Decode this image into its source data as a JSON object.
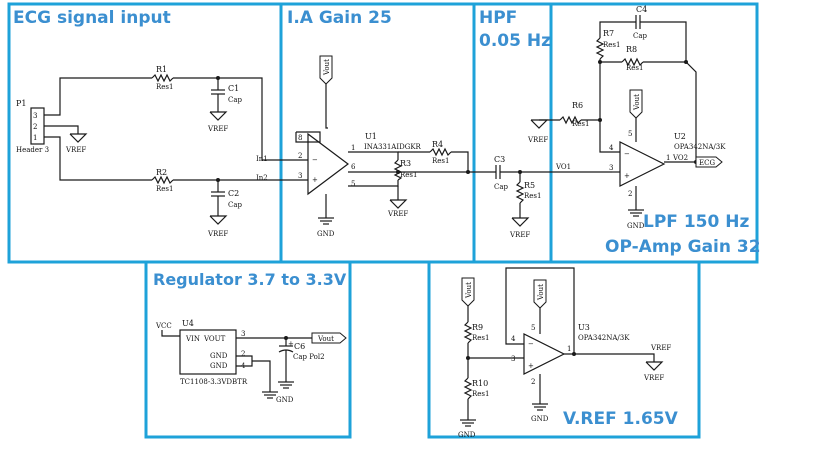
{
  "sections": {
    "ecg_input": "ECG signal input",
    "ia_gain": "I.A Gain 25",
    "hpf_line1": "HPF",
    "hpf_line2": "0.05 Hz",
    "lpf_line1": "LPF 150 Hz",
    "lpf_line2": "OP-Amp Gain 32",
    "regulator": "Regulator 3.7 to 3.3V",
    "vref": "V.REF 1.65V"
  },
  "components": {
    "p1": {
      "ref": "P1",
      "name": "Header 3",
      "pins": [
        "3",
        "2",
        "1"
      ]
    },
    "r1": {
      "ref": "R1",
      "val": "Res1"
    },
    "r2": {
      "ref": "R2",
      "val": "Res1"
    },
    "c1": {
      "ref": "C1",
      "val": "Cap"
    },
    "c2": {
      "ref": "C2",
      "val": "Cap"
    },
    "u1": {
      "ref": "U1",
      "val": "INA331AIDGKR"
    },
    "r3": {
      "ref": "R3",
      "val": "Res1"
    },
    "r4": {
      "ref": "R4",
      "val": "Res1"
    },
    "c3": {
      "ref": "C3",
      "val": "Cap"
    },
    "r5": {
      "ref": "R5",
      "val": "Res1"
    },
    "r6": {
      "ref": "R6",
      "val": "Res1"
    },
    "r7": {
      "ref": "R7",
      "val": "Res1"
    },
    "r8": {
      "ref": "R8",
      "val": "Res1"
    },
    "c4": {
      "ref": "C4",
      "val": "Cap"
    },
    "u2": {
      "ref": "U2",
      "val": "OPA342NA/3K"
    },
    "u4": {
      "ref": "U4",
      "val": "TC1108-3.3VDBTR",
      "vin": "VIN",
      "vout_pin": "VOUT",
      "gnd1": "GND",
      "gnd2": "GND"
    },
    "c6": {
      "ref": "C6",
      "val": "Cap Pol2",
      "plus": "+"
    },
    "r9": {
      "ref": "R9",
      "val": "Res1"
    },
    "r10": {
      "ref": "R10",
      "val": "Res1"
    },
    "u3": {
      "ref": "U3",
      "val": "OPA342NA/3K"
    }
  },
  "nets": {
    "vref": "VREF",
    "gnd": "GND",
    "vout": "Vout",
    "vcc": "VCC",
    "in1": "In1",
    "in2": "In2",
    "vo1": "VO1",
    "vo2": "VO2",
    "ecg": "ECG"
  },
  "pins": {
    "p1": "1",
    "p2": "2",
    "p3": "3",
    "p4": "4",
    "p5": "5",
    "p6": "6",
    "p8": "8"
  }
}
